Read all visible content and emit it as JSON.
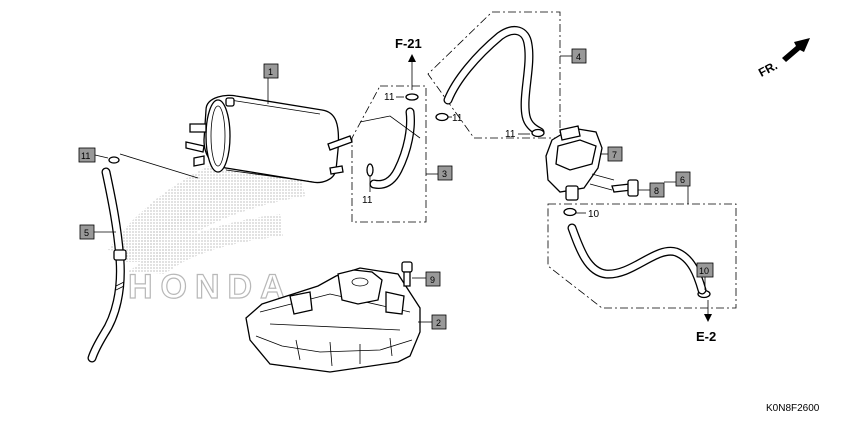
{
  "diagram": {
    "code": "K0N8F2600",
    "front_marker": "FR.",
    "watermark": "HONDA",
    "refs": {
      "top": "F-21",
      "bottom": "E-2"
    },
    "callouts": [
      {
        "id": "c1",
        "label": "1"
      },
      {
        "id": "c2",
        "label": "2"
      },
      {
        "id": "c3",
        "label": "3"
      },
      {
        "id": "c4",
        "label": "4"
      },
      {
        "id": "c5",
        "label": "5"
      },
      {
        "id": "c6",
        "label": "6"
      },
      {
        "id": "c7",
        "label": "7"
      },
      {
        "id": "c8",
        "label": "8"
      },
      {
        "id": "c9",
        "label": "9"
      },
      {
        "id": "c10b",
        "label": "10"
      },
      {
        "id": "c11b",
        "label": "11"
      }
    ],
    "plain_labels": [
      {
        "id": "t11a",
        "label": "11"
      },
      {
        "id": "t11b",
        "label": "11"
      },
      {
        "id": "t11c",
        "label": "11"
      },
      {
        "id": "t11d",
        "label": "11"
      },
      {
        "id": "t10",
        "label": "10"
      }
    ]
  }
}
